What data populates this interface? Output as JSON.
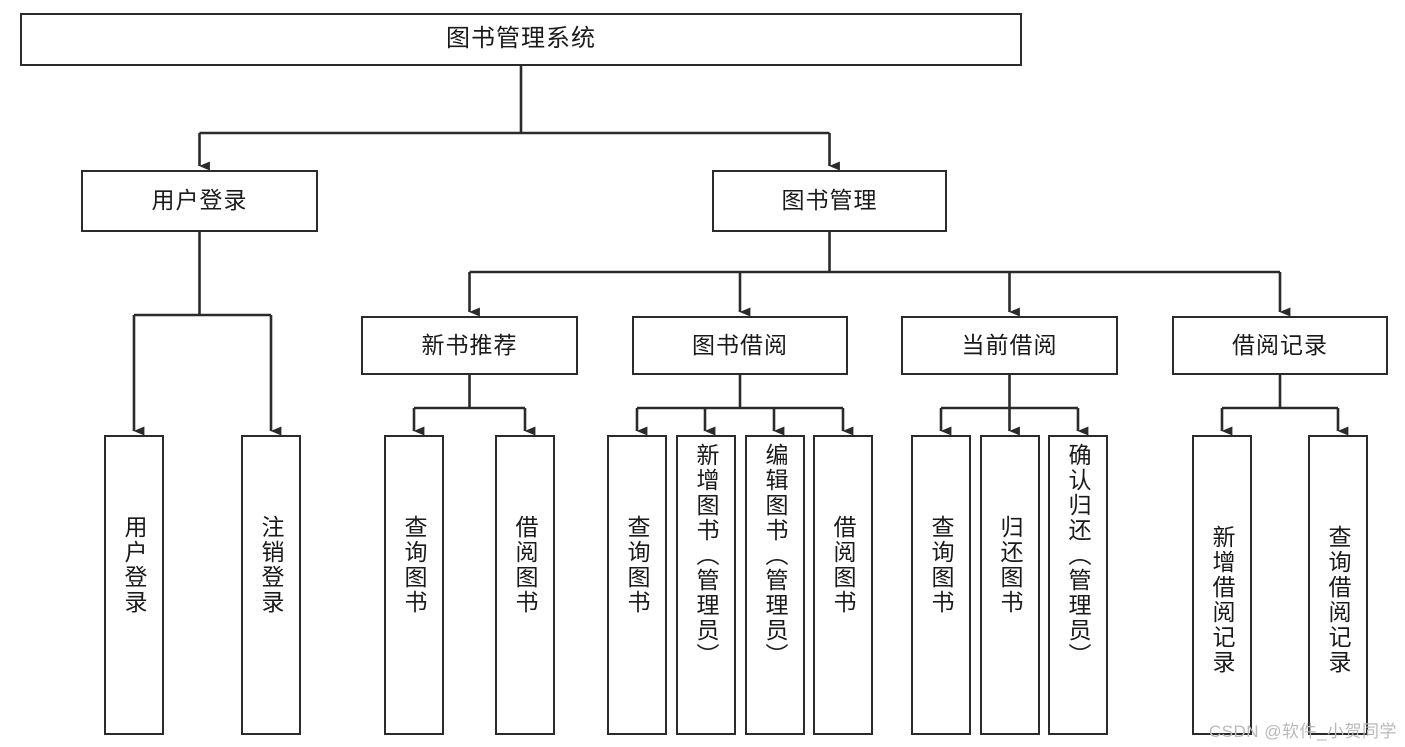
{
  "diagram": {
    "title": "图书管理系统",
    "watermark": "CSDN @软件_小贺同学",
    "line_color": "#2b2b2b",
    "box_fill": "#ffffff",
    "text_color": "#1a1a1a"
  },
  "nodes": {
    "root": {
      "label": "图书管理系统"
    },
    "level1": [
      {
        "id": "user-login",
        "label": "用户登录"
      },
      {
        "id": "book-manage",
        "label": "图书管理"
      }
    ],
    "level2": [
      {
        "id": "new-book-recommend",
        "label": "新书推荐"
      },
      {
        "id": "book-borrow",
        "label": "图书借阅"
      },
      {
        "id": "current-borrow",
        "label": "当前借阅"
      },
      {
        "id": "borrow-record",
        "label": "借阅记录"
      }
    ],
    "leaves": {
      "user_login": [
        {
          "id": "leaf-user-login",
          "label": "用户登录"
        },
        {
          "id": "leaf-logout",
          "label": "注销登录"
        }
      ],
      "new_book_recommend": [
        {
          "id": "leaf-query-book-1",
          "label": "查询图书"
        },
        {
          "id": "leaf-borrow-book-1",
          "label": "借阅图书"
        }
      ],
      "book_borrow": [
        {
          "id": "leaf-query-book-2",
          "label": "查询图书"
        },
        {
          "id": "leaf-add-book",
          "label": "新增图书（管理员）"
        },
        {
          "id": "leaf-edit-book",
          "label": "编辑图书（管理员）"
        },
        {
          "id": "leaf-borrow-book-2",
          "label": "借阅图书"
        }
      ],
      "current_borrow": [
        {
          "id": "leaf-query-book-3",
          "label": "查询图书"
        },
        {
          "id": "leaf-return-book",
          "label": "归还图书"
        },
        {
          "id": "leaf-confirm-return",
          "label": "确认归还（管理员）"
        }
      ],
      "borrow_record": [
        {
          "id": "leaf-add-record",
          "label": "新增借阅记录"
        },
        {
          "id": "leaf-query-record",
          "label": "查询借阅记录"
        }
      ]
    }
  }
}
